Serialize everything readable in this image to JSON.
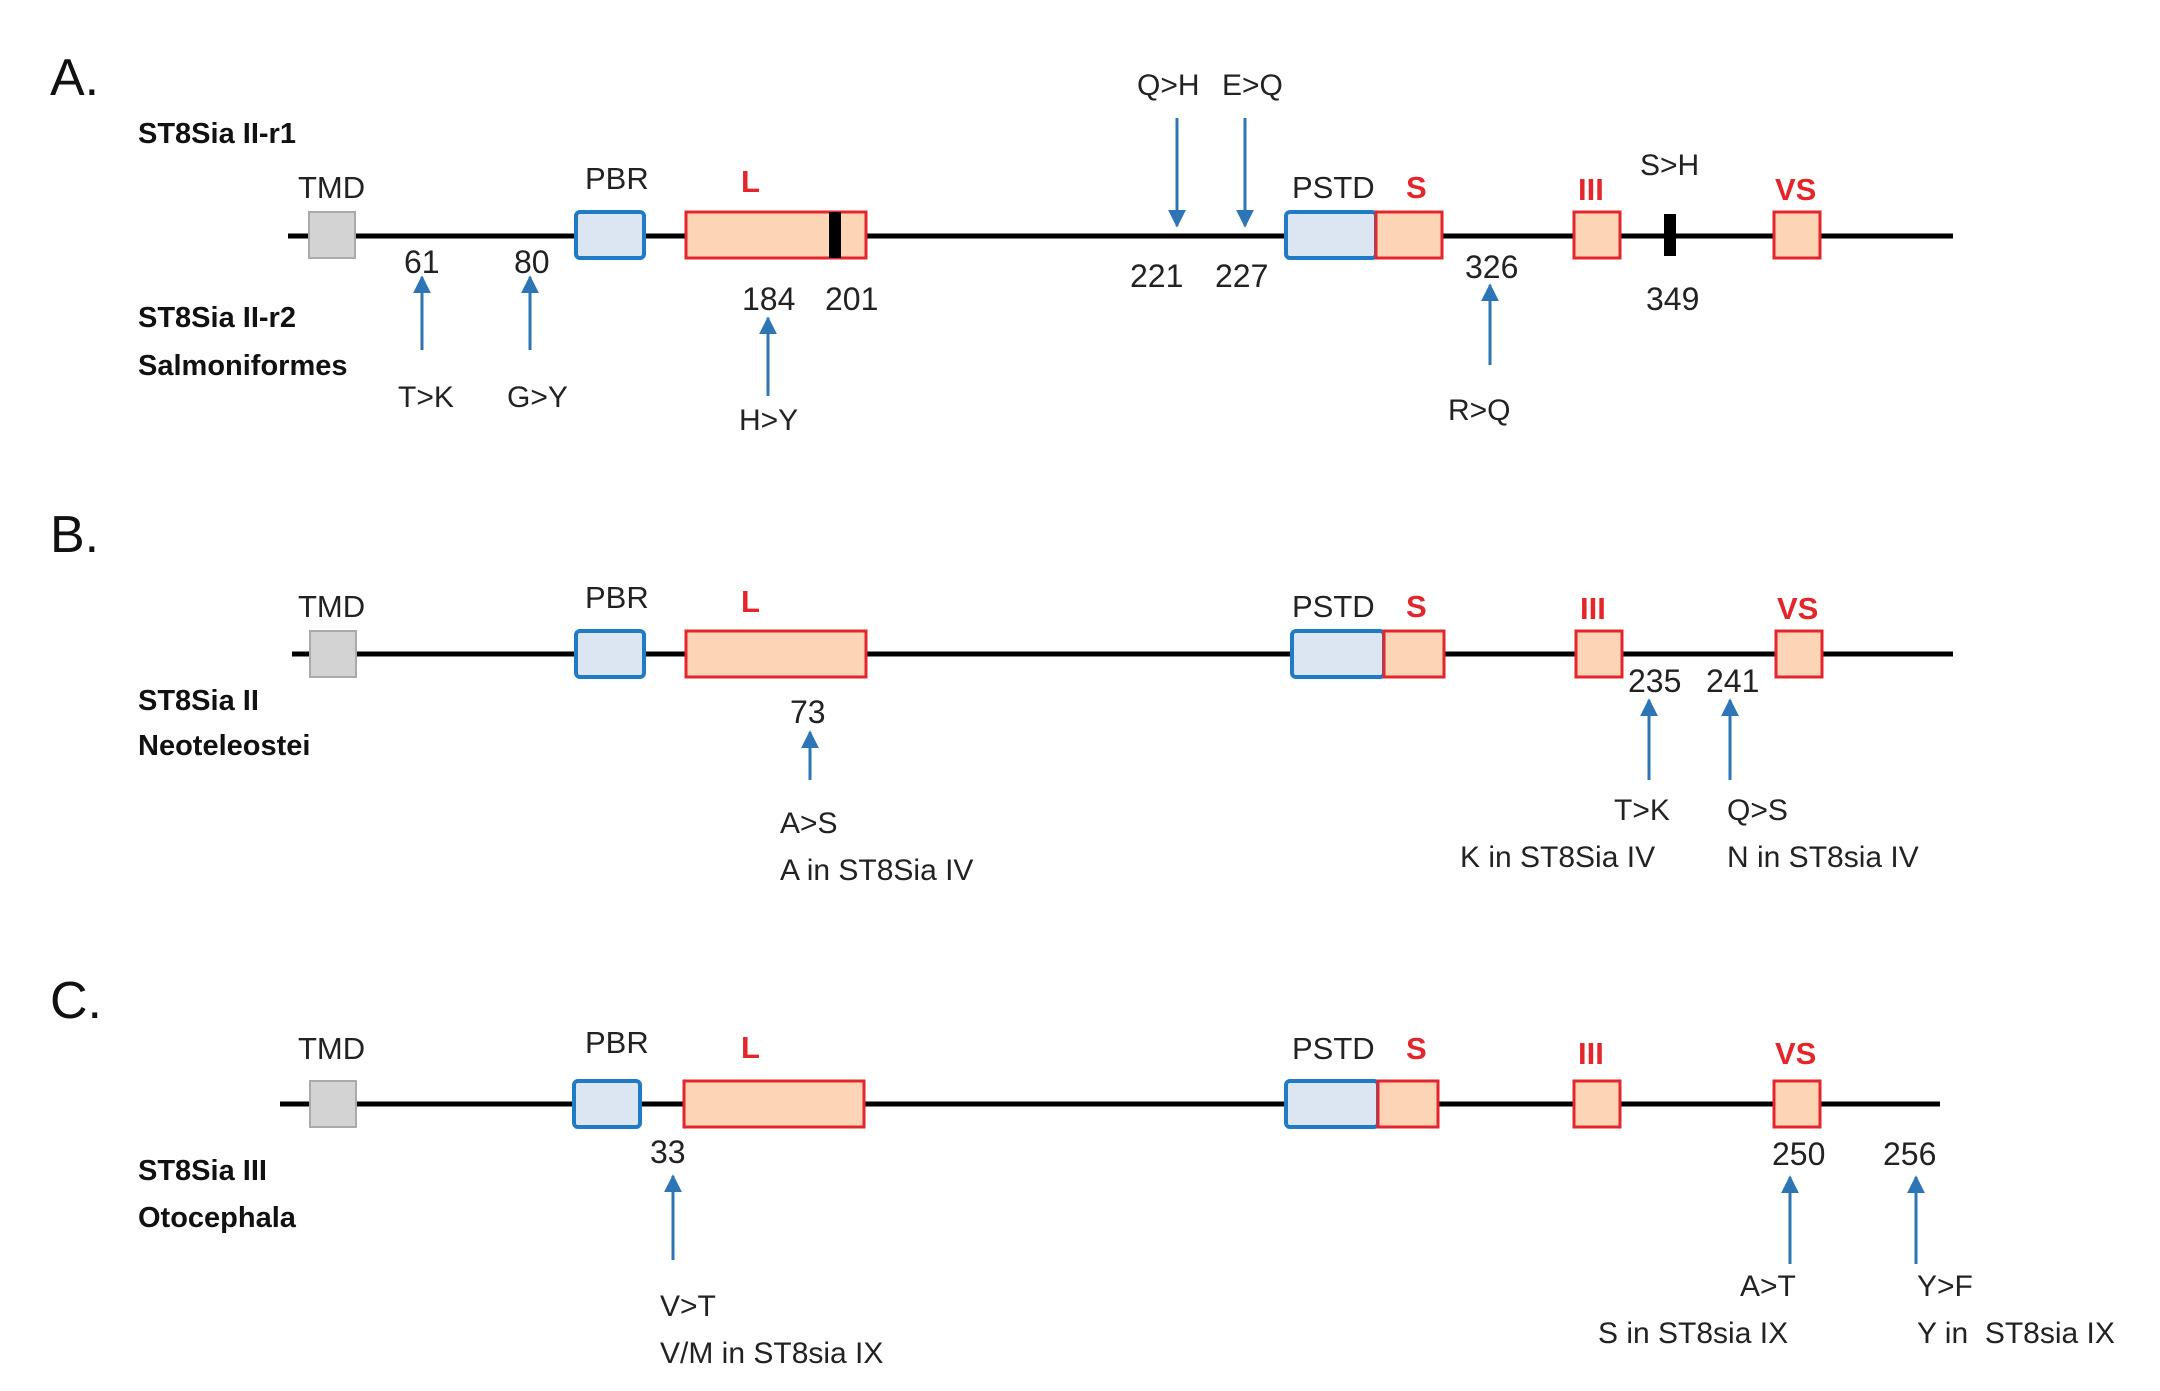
{
  "panels": [
    {
      "letter": "A.",
      "seq_top": "ST8Sia II-r1",
      "seq_bottom": [
        "ST8Sia II-r2",
        "Salmoniformes"
      ],
      "domains": {
        "tmd": "TMD",
        "pbr": "PBR",
        "l": "L",
        "pstd": "PSTD",
        "s": "S",
        "iii": "III",
        "vs": "VS"
      },
      "markers": [
        {
          "pos": "61",
          "sub": "T>K",
          "dir": "up-from-below"
        },
        {
          "pos": "80",
          "sub": "G>Y",
          "dir": "up-from-below"
        },
        {
          "pos": "184",
          "sub": "H>Y",
          "dir": "up-from-below"
        },
        {
          "pos": "201"
        },
        {
          "pos": "221",
          "sub": "Q>H",
          "dir": "down-from-above"
        },
        {
          "pos": "227",
          "sub": "E>Q",
          "dir": "down-from-above"
        },
        {
          "pos": "326",
          "sub": "R>Q",
          "dir": "up-from-below"
        },
        {
          "pos": "349",
          "sub": "S>H",
          "dir": "label-above"
        }
      ]
    },
    {
      "letter": "B.",
      "seq_bottom": [
        "ST8Sia II",
        "Neoteleostei"
      ],
      "domains": {
        "tmd": "TMD",
        "pbr": "PBR",
        "l": "L",
        "pstd": "PSTD",
        "s": "S",
        "iii": "III",
        "vs": "VS"
      },
      "markers": [
        {
          "pos": "73",
          "sub": "A>S",
          "note": "A in ST8Sia IV"
        },
        {
          "pos": "235",
          "sub": "T>K",
          "note": "K in ST8Sia IV"
        },
        {
          "pos": "241",
          "sub": "Q>S",
          "note": "N in ST8sia IV"
        }
      ]
    },
    {
      "letter": "C.",
      "seq_bottom": [
        "ST8Sia III",
        "Otocephala"
      ],
      "domains": {
        "tmd": "TMD",
        "pbr": "PBR",
        "l": "L",
        "pstd": "PSTD",
        "s": "S",
        "iii": "III",
        "vs": "VS"
      },
      "markers": [
        {
          "pos": "33",
          "sub": "V>T",
          "note": "V/M in ST8sia IX"
        },
        {
          "pos": "250",
          "sub": "A>T",
          "note": "S in ST8sia IX"
        },
        {
          "pos": "256",
          "sub": "Y>F",
          "note": "Y in  ST8sia IX"
        }
      ]
    }
  ],
  "colors": {
    "line": "#000000",
    "tmd_fill": "#d3d3d3",
    "tmd_stroke": "#aaaaaa",
    "blue_fill": "#dce6f2",
    "blue_stroke": "#1f7bc4",
    "orange_fill": "#fbd5b5",
    "red_stroke": "#e3262c",
    "arrow": "#2e75b6",
    "red_text": "#e3262c"
  }
}
